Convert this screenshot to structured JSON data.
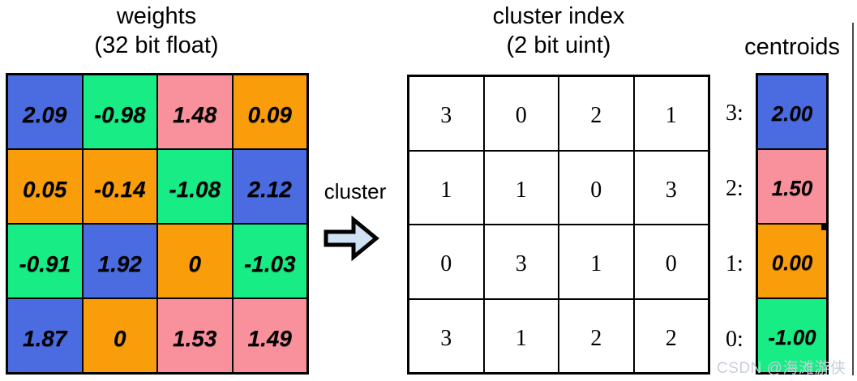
{
  "colors": {
    "blue": "#4a6ce0",
    "green": "#17ec85",
    "pink": "#f8919c",
    "orange": "#fa9d0a",
    "arrow_fill": "#cfe2f3",
    "border": "#000000"
  },
  "weights": {
    "title_line1": "weights",
    "title_line2": "(32 bit float)",
    "cells": [
      {
        "v": "2.09",
        "c": "blue"
      },
      {
        "v": "-0.98",
        "c": "green"
      },
      {
        "v": "1.48",
        "c": "pink"
      },
      {
        "v": "0.09",
        "c": "orange"
      },
      {
        "v": "0.05",
        "c": "orange"
      },
      {
        "v": "-0.14",
        "c": "orange"
      },
      {
        "v": "-1.08",
        "c": "green"
      },
      {
        "v": "2.12",
        "c": "blue"
      },
      {
        "v": "-0.91",
        "c": "green"
      },
      {
        "v": "1.92",
        "c": "blue"
      },
      {
        "v": "0",
        "c": "orange"
      },
      {
        "v": "-1.03",
        "c": "green"
      },
      {
        "v": "1.87",
        "c": "blue"
      },
      {
        "v": "0",
        "c": "orange"
      },
      {
        "v": "1.53",
        "c": "pink"
      },
      {
        "v": "1.49",
        "c": "pink"
      }
    ]
  },
  "cluster_arrow": {
    "label": "cluster"
  },
  "cluster_index": {
    "title_line1": "cluster index",
    "title_line2": "(2 bit uint)",
    "cells": [
      "3",
      "0",
      "2",
      "1",
      "1",
      "1",
      "0",
      "3",
      "0",
      "3",
      "1",
      "0",
      "3",
      "1",
      "2",
      "2"
    ]
  },
  "centroids": {
    "title": "centroids",
    "rows": [
      {
        "label": "3:",
        "value": "2.00",
        "color": "blue"
      },
      {
        "label": "2:",
        "value": "1.50",
        "color": "pink"
      },
      {
        "label": "1:",
        "value": "0.00",
        "color": "orange"
      },
      {
        "label": "0:",
        "value": "-1.00",
        "color": "green"
      }
    ]
  },
  "watermark": "CSDN @海滩游侠"
}
